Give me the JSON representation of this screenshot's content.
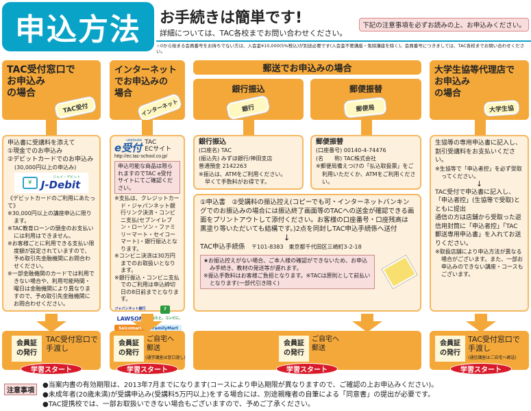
{
  "header": {
    "title": "申込方法",
    "lead": "お手続きは簡単です!",
    "sub": "詳細については、TAC各校までお問い合わせください。",
    "notice": "下記の注意事項を必ずお読みの上、お申込みください。",
    "footnote": "☆0から始まる会員番号をお持ちでない方は、入会金¥10,000(5%税込)が別途必要です(入会金不要講座・免除講座を除く)。会員番号につきましては、TAC各校までお問い合わせください。"
  },
  "counter": {
    "title": "TAC受付窓口で\nお申込み\nの場合",
    "illus": "TAC受付",
    "lines": [
      "申込書に受講料を添えて",
      "①現金でのお申込み",
      "②デビットカードでのお申込み"
    ],
    "note_amount": "(30,000円以上の申込み)",
    "jdebit": "J-Debit",
    "jdebit_kana": "ジェイ・デビット",
    "debit_head": "《デビットカードのご利用にあたって》",
    "debit_notes": [
      "※30,000円以上の講座申込に限ります。",
      "※TAC教育ローンの頭金のお支払いには利用はできません。",
      "※お客様ごとに利用できる支払い限度額が設定されていますので、予め取引先金融機関にお問合わせください。",
      "※一部金融機関のカードでは利用できない場合や、利用可能時間・曜日は金融機関により異なりますので、予め取引先金融機関にお問合わせください。"
    ],
    "card_text": "TAC受付窓口で\n手渡し"
  },
  "internet": {
    "title": "インターネット\nでお申込みの\n場合",
    "illus": "インターネット",
    "eu_small": "-uketsuke",
    "eu": "e受付",
    "site": "TAC\nECサイト",
    "url": "http://ec.tac-school.co.jp/",
    "pink": "申込可能な商品は限られますのでTAC e受付サイトにてご確認ください。",
    "notes": [
      "※支払は、クレジットカード・ジャパンネット銀行リンク決済・コンビニ支払(セブンイレブン・ローソン・ファミリーマート・セイコーマート)・銀行振込となります。",
      "※コンビニ決済は30万円までのお取扱いとなります。",
      "※銀行振込・コンビニ支払でのご利用は申込締切日の8日前までとなります。"
    ],
    "logos": [
      "ジャパンネット銀行",
      "7",
      "LAWSON",
      "あなたと、コンビに、",
      "Seicomart",
      "FamilyMart"
    ],
    "card_text": "ご自宅へ\n郵送",
    "card_sub": "(通学講座は窓口渡し)"
  },
  "mail": {
    "title": "郵送でお申込みの場合",
    "bank": {
      "title": "銀行振込",
      "illus": "銀行",
      "lines": [
        "(口座名) TAC",
        "(振込先) みずほ銀行/神田支店",
        "普通預金 2142263",
        "※振込は、ATMをご利用ください。",
        "早くて手数料がお得です。"
      ]
    },
    "postal": {
      "title": "郵便振替",
      "illus": "郵便局",
      "lines": [
        "(口座番号) 00140-4-74476",
        "(名　　称) TAC株式会社",
        "※郵便局備えつけの「払込取扱票」をご利用いただくか、ATMをご利用ください。"
      ]
    },
    "instructions": "①申込書　②受講料の振込控え(コピーでも可・インターネットバンキングでのお振込みの場合には振込終了画面等のTACへの送金が確認できる画面をプリントアウトして添付ください。お客様の口座番号・口座残高は黒塗り等いただいても結構です。)2点を同封しTAC申込手続係へ送付",
    "address_label": "TAC申込手続係",
    "address": "〒101-8383　東京都千代田区三崎町3-2-18",
    "pink": [
      "★お振込控えがない場合、ご本人様の確認ができないため、お申込み手続き、教材の発送等が遅れます。",
      "※振込手数料はお客様ご負担となります。※TACは原則として前払いとなります(一部代引き除く)"
    ],
    "card_text": "ご自宅へ\n郵送"
  },
  "coop": {
    "title": "大学生協等代理店で\nお申込み\nの場合",
    "illus": "大学生協",
    "p1": "生協等の専用申込書に記入し、割引受講料をお支払いください。",
    "n1": "※生協等で「申込者控」を必ず受取ってください。",
    "p2": "TAC受付で申込書に記入し、「申込者控」(生協等で受取)とともに提出\n通信の方は店舗から受取った返信用封筒に「申込者控」「TAC郵送専用申込書」を入れてお送りください。",
    "n2": "※取扱店舗により申込方法が異なる場合がございます。また、一部お申込みのできない講座・コースもございます。",
    "card_text": "TAC受付窓口で\n手渡し",
    "card_sub": "(通信講座はご自宅へ郵送)"
  },
  "badge": "会員証\nの発行",
  "ribbon": "学習スタート",
  "notes": {
    "label": "注意事項",
    "items": [
      "●当案内書の有効期限は、2013年7月までになります(コースにより申込期限が異なりますので、ご確認の上お申込みください)。",
      "●未成年者(20歳未満)が受講申込み(受講料5万円以上)をする場合には、別途親権者の自筆による「同意書」の提出が必要です。",
      "●TAC提携校では、一部お取扱いできない場合もございますので、予めご了承ください。"
    ]
  },
  "colors": {
    "cyan": "#0aa3c8",
    "orange": "#f4a83a",
    "cream": "#fdf0dc",
    "red": "#d81a2a"
  }
}
